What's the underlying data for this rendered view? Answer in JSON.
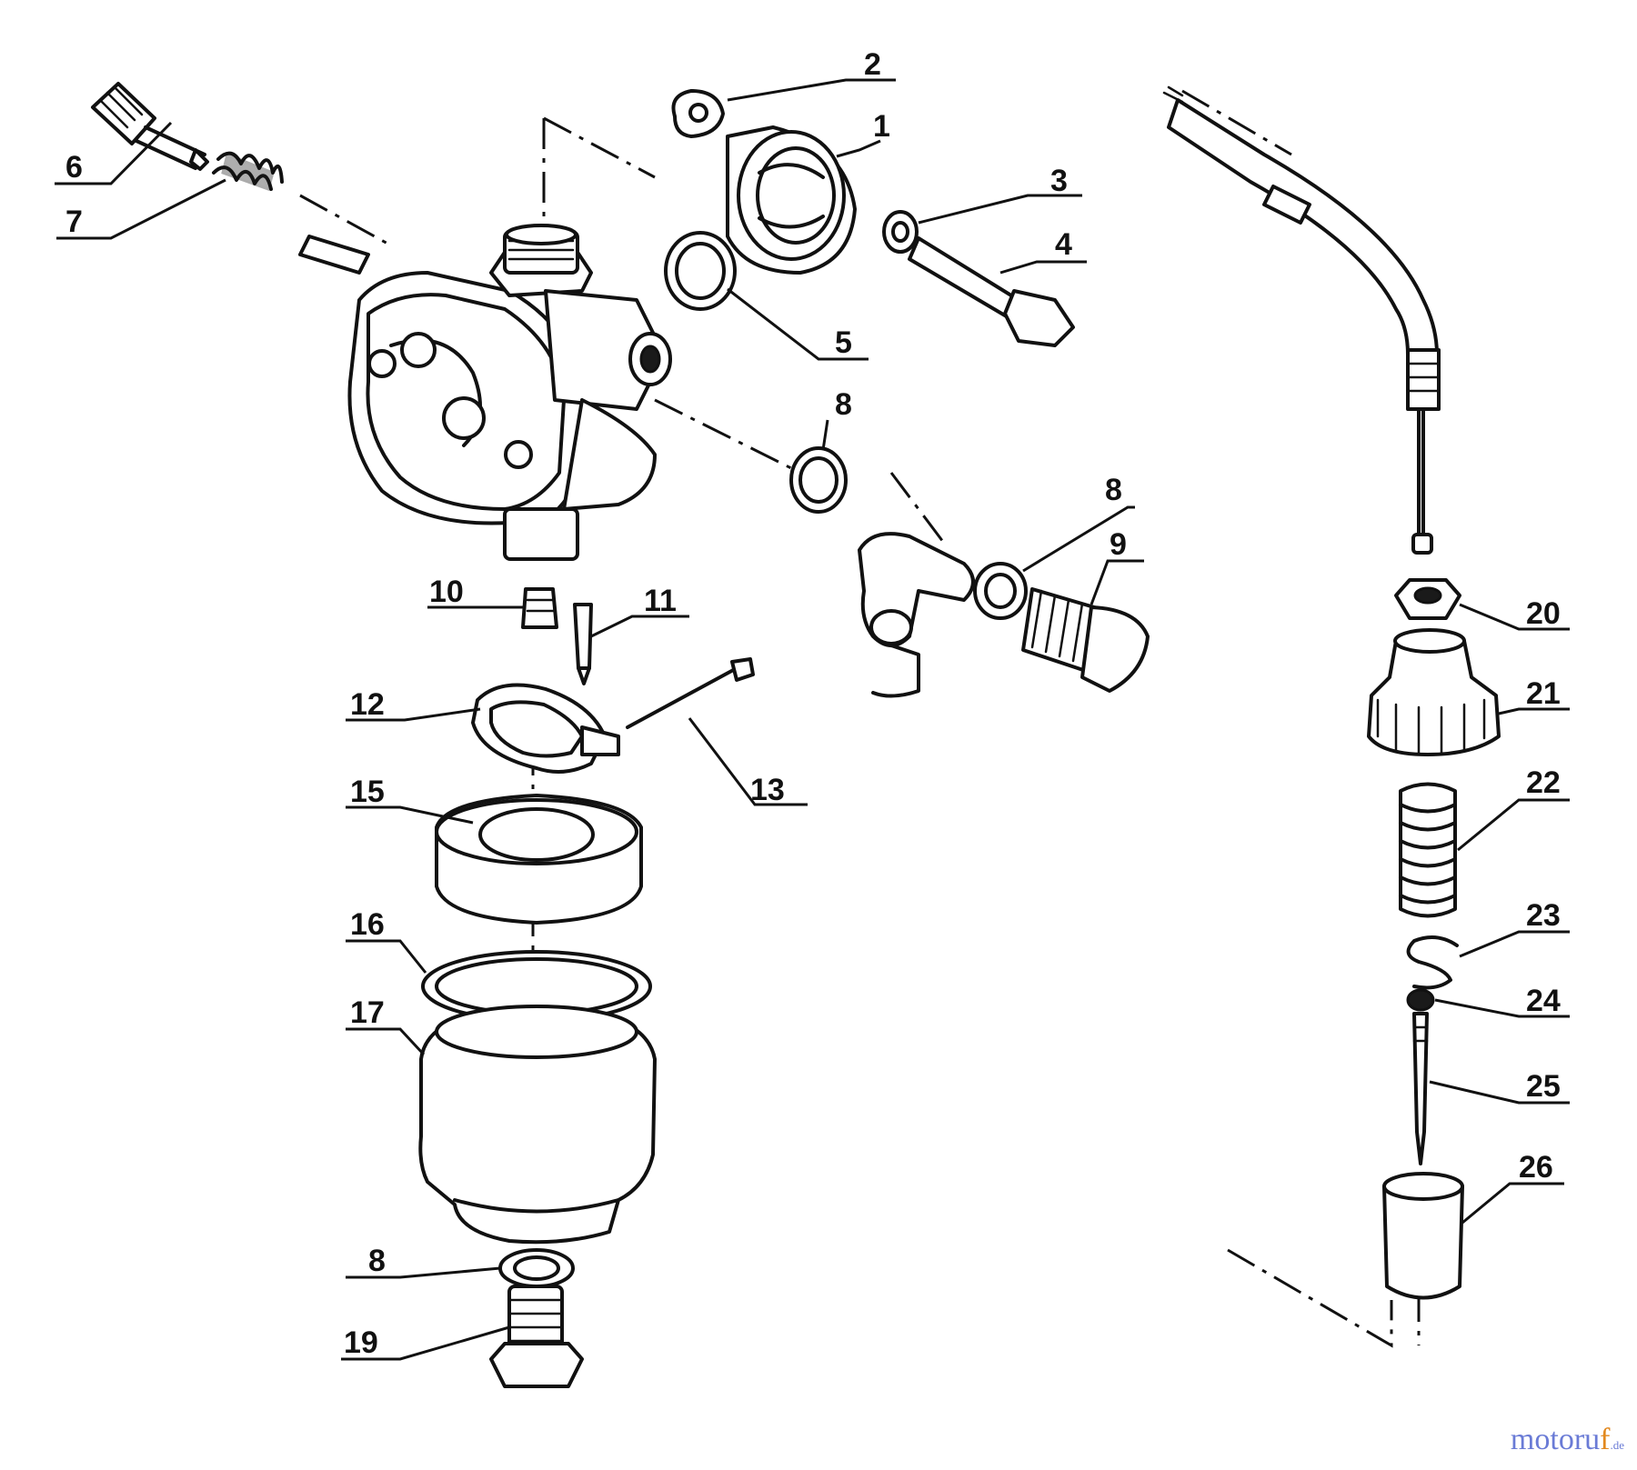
{
  "parts": [
    {
      "id": "p1",
      "label": "1"
    },
    {
      "id": "p2",
      "label": "2"
    },
    {
      "id": "p3",
      "label": "3"
    },
    {
      "id": "p4",
      "label": "4"
    },
    {
      "id": "p5",
      "label": "5"
    },
    {
      "id": "p6",
      "label": "6"
    },
    {
      "id": "p7",
      "label": "7"
    },
    {
      "id": "p8a",
      "label": "8"
    },
    {
      "id": "p8b",
      "label": "8"
    },
    {
      "id": "p8c",
      "label": "8"
    },
    {
      "id": "p9",
      "label": "9"
    },
    {
      "id": "p10",
      "label": "10"
    },
    {
      "id": "p11",
      "label": "11"
    },
    {
      "id": "p12",
      "label": "12"
    },
    {
      "id": "p13",
      "label": "13"
    },
    {
      "id": "p15",
      "label": "15"
    },
    {
      "id": "p16",
      "label": "16"
    },
    {
      "id": "p17",
      "label": "17"
    },
    {
      "id": "p19",
      "label": "19"
    },
    {
      "id": "p20",
      "label": "20"
    },
    {
      "id": "p21",
      "label": "21"
    },
    {
      "id": "p22",
      "label": "22"
    },
    {
      "id": "p23",
      "label": "23"
    },
    {
      "id": "p24",
      "label": "24"
    },
    {
      "id": "p25",
      "label": "25"
    },
    {
      "id": "p26",
      "label": "26"
    }
  ],
  "watermark": {
    "main": "motoru",
    "accent": "f",
    "suffix": ".de"
  }
}
